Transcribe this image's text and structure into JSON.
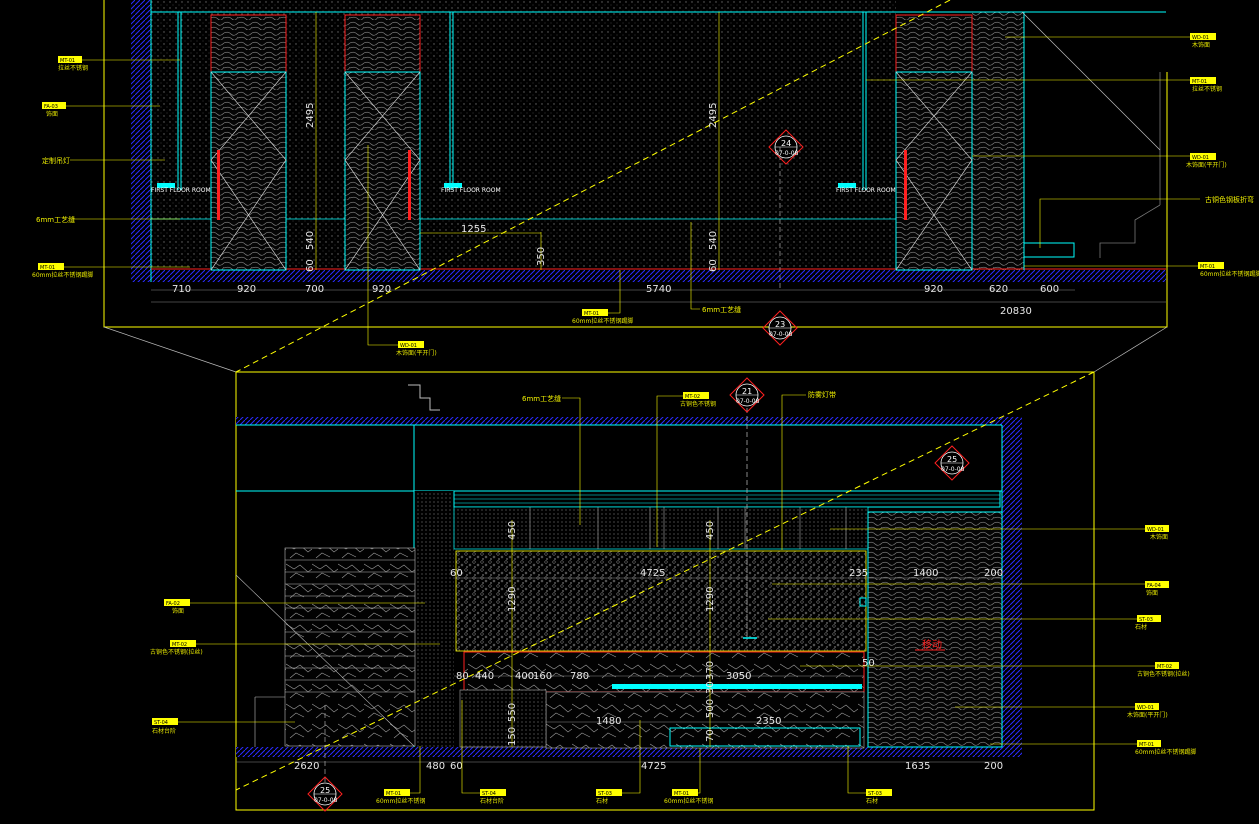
{
  "colors": {
    "background": "#000000",
    "outline": "#00ffff",
    "frame": "#ffff00",
    "hatch": "#2020ff",
    "leader": "#ffff00",
    "accent_red": "#ff2020",
    "tag_fill": "#ffff00"
  },
  "upper_elevation": {
    "dims_bottom": [
      "710",
      "920",
      "700",
      "920",
      "5740",
      "920",
      "620",
      "600",
      "20830"
    ],
    "dims_inner": [
      "1255",
      "350"
    ],
    "dims_vertical": [
      "2495",
      "540",
      "60",
      "2495",
      "540",
      "60"
    ],
    "tags_left": [
      {
        "code": "MT-01",
        "note": "拉丝不锈钢"
      },
      {
        "code": "FA-03",
        "note": "饰面"
      },
      {
        "code": "",
        "note": "定制吊灯"
      },
      {
        "code": "",
        "note": "6mm工艺缝"
      },
      {
        "code": "MT-01",
        "note": "60mm拉丝不锈钢踢脚"
      }
    ],
    "tags_right": [
      {
        "code": "WD-01",
        "note": "木饰面"
      },
      {
        "code": "MT-01",
        "note": "拉丝不锈钢"
      },
      {
        "code": "WD-01",
        "note": "木饰面(平开门)"
      },
      {
        "code": "",
        "note": "古铜色钢板折弯"
      },
      {
        "code": "MT-01",
        "note": "60mm拉丝不锈钢踢脚"
      }
    ],
    "tags_bottom": [
      {
        "code": "MT-01",
        "note": "60mm拉丝不锈钢踢脚"
      },
      {
        "code": "",
        "note": "6mm工艺缝"
      },
      {
        "code": "WD-01",
        "note": "木饰面(平开门)"
      }
    ],
    "lamp_label": "FIRST FLOOR ROOM",
    "symbols": [
      {
        "num": "24",
        "sheet": "07-0-08"
      },
      {
        "num": "23",
        "sheet": "07-0-08"
      }
    ]
  },
  "lower_elevation": {
    "dims_top": [
      "450",
      "450",
      "4725",
      "235",
      "1400",
      "200",
      "60"
    ],
    "dims_vertical": [
      "1290",
      "1290",
      "370",
      "30",
      "500",
      "550",
      "150",
      "70",
      "50"
    ],
    "dims_middle": [
      "80",
      "440",
      "400",
      "160",
      "780",
      "3050",
      "1480",
      "2350"
    ],
    "dims_bottom": [
      "2620",
      "480",
      "60",
      "4725",
      "1635",
      "200"
    ],
    "tags_top": [
      {
        "code": "",
        "note": "6mm工艺缝"
      },
      {
        "code": "MT-02",
        "note": "古铜色不锈钢"
      },
      {
        "code": "",
        "note": "防雾灯带"
      }
    ],
    "tags_left": [
      {
        "code": "FA-02",
        "note": "饰面"
      },
      {
        "code": "MT-02",
        "note": "古铜色不锈钢(拉丝)"
      },
      {
        "code": "ST-04",
        "note": "石材台阶"
      }
    ],
    "tags_right": [
      {
        "code": "WD-01",
        "note": "木饰面"
      },
      {
        "code": "FA-04",
        "note": "饰面"
      },
      {
        "code": "ST-03",
        "note": "石材"
      },
      {
        "code": "MT-02",
        "note": "古铜色不锈钢(拉丝)"
      },
      {
        "code": "WD-01",
        "note": "木饰面(平开门)"
      },
      {
        "code": "MT-01",
        "note": "60mm拉丝不锈钢踢脚"
      }
    ],
    "tags_bottom": [
      {
        "code": "MT-01",
        "note": "60mm拉丝不锈钢"
      },
      {
        "code": "ST-04",
        "note": "石材台阶"
      },
      {
        "code": "ST-03",
        "note": "石材"
      },
      {
        "code": "MT-01",
        "note": "60mm拉丝不锈钢"
      },
      {
        "code": "ST-03",
        "note": "石材"
      }
    ],
    "red_text": "移动",
    "symbols": [
      {
        "num": "21",
        "sheet": "07-0-08"
      },
      {
        "num": "25",
        "sheet": "07-0-08"
      },
      {
        "num": "25",
        "sheet": "07-0-08"
      }
    ]
  }
}
